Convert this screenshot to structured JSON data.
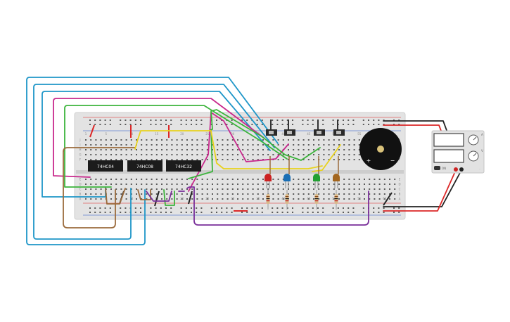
{
  "breadboard": {
    "column_numbers": [
      "1",
      "5",
      "10",
      "15",
      "20",
      "25",
      "30",
      "35",
      "40",
      "45",
      "50",
      "55",
      "60"
    ],
    "row_letters_top": [
      "J",
      "I",
      "H",
      "G",
      "F"
    ],
    "row_letters_bottom": [
      "E",
      "D",
      "C",
      "B",
      "A"
    ]
  },
  "chips": [
    {
      "label": "74HC04"
    },
    {
      "label": "74HC08"
    },
    {
      "label": "74HC32"
    }
  ],
  "leds": [
    {
      "color": "#cc2222"
    },
    {
      "color": "#1a6fb5"
    },
    {
      "color": "#22a032"
    },
    {
      "color": "#a3661e"
    }
  ],
  "buzzer": {
    "plus": "+",
    "minus": "−"
  },
  "power_supply": {
    "knob_labels": [
      "A",
      "V"
    ],
    "switch_label": "ON"
  },
  "wire_colors": {
    "blue": "#1e96c8",
    "magenta": "#c8288c",
    "green": "#3cb43c",
    "brown": "#9b6b3c",
    "purple": "#7a2f9a",
    "yellow": "#e8d21e",
    "red": "#dc2828",
    "black": "#222222"
  }
}
